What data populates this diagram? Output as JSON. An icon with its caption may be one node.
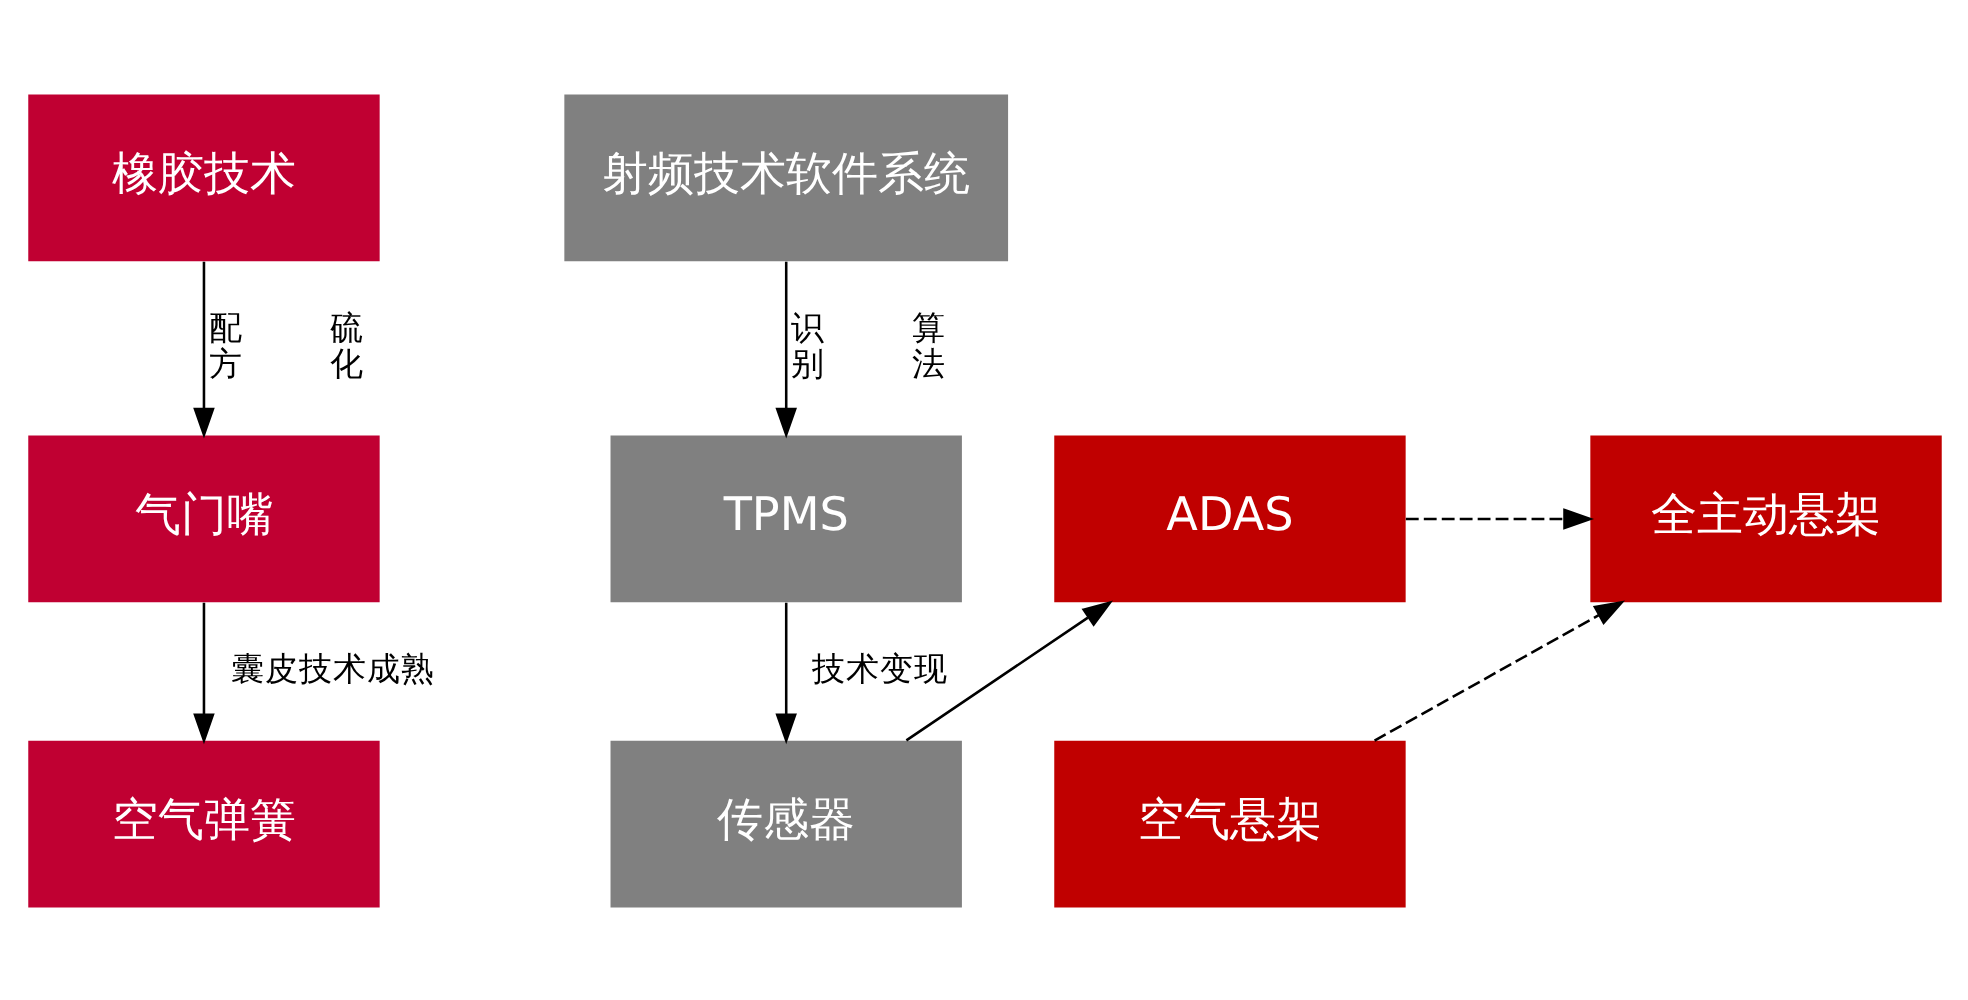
{
  "diagram": {
    "nodes": [
      {
        "text": [
          "橡胶技术"
        ]
      },
      {
        "text": [
          "气门嘴"
        ]
      },
      {
        "text": [
          "空气弹簧"
        ]
      },
      {
        "text": [
          "射频技术软件系统"
        ]
      },
      {
        "text": [
          "TPMS"
        ]
      },
      {
        "text": [
          "传感器"
        ]
      },
      {
        "text": [
          "ADAS"
        ]
      },
      {
        "text": [
          "空气悬架"
        ]
      },
      {
        "text": [
          "全主动悬架"
        ]
      }
    ],
    "edges": [
      {
        "from": 0,
        "to": 1,
        "arrow": "to",
        "label": "配方"
      },
      {
        "from": 3,
        "to": 4,
        "arrow": "to",
        "label": "识别"
      },
      {
        "from": 1,
        "to": 2,
        "arrow": "to",
        "label": "囊皮技术成熟"
      },
      {
        "from": 4,
        "to": 5,
        "arrow": "to",
        "label": "技术变现"
      },
      {
        "from": 5,
        "to": 6,
        "arrow": "to"
      },
      {
        "from": 6,
        "to": 8,
        "arrow": "to",
        "style": "dashed"
      },
      {
        "from": 7,
        "to": 8,
        "arrow": "to",
        "style": "dashed"
      }
    ],
    "labels": [
      "硫化",
      "算法"
    ]
  }
}
